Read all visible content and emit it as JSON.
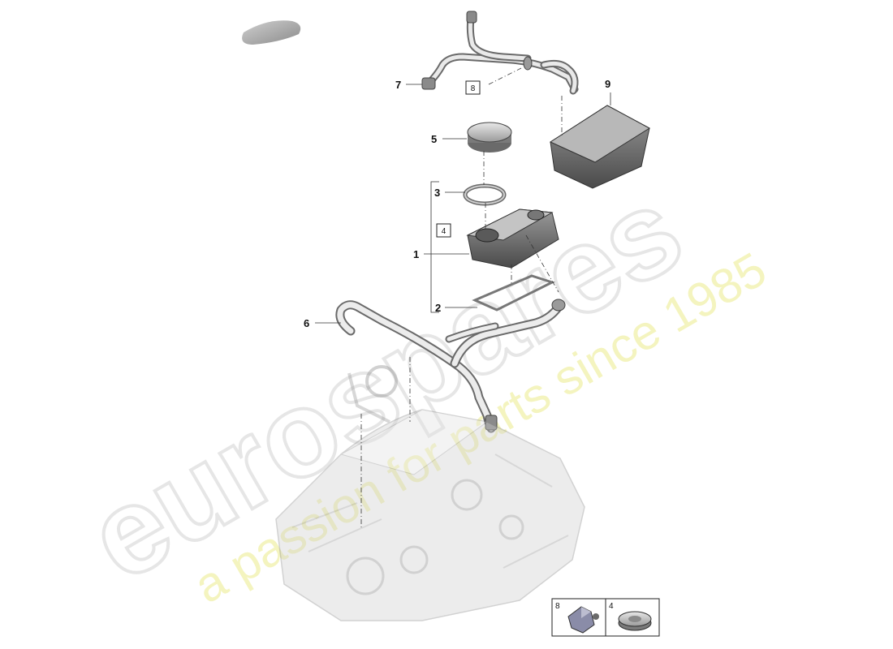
{
  "callouts": {
    "c1": "1",
    "c2": "2",
    "c3": "3",
    "c5": "5",
    "c6": "6",
    "c7": "7",
    "c9": "9"
  },
  "boxed_refs": {
    "b4": "4",
    "b8": "8"
  },
  "inset": {
    "left_label": "8",
    "right_label": "4"
  },
  "watermark": {
    "main": "eurospares",
    "tagline": "a passion for parts since 1985"
  }
}
